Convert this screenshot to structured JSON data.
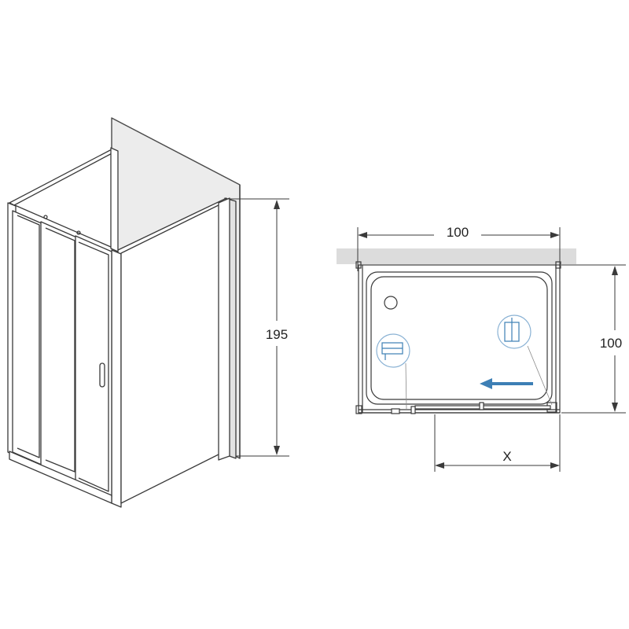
{
  "elevation": {
    "height_label": "195"
  },
  "plan": {
    "width_label": "100",
    "depth_label": "100",
    "opening_label": "X"
  },
  "colors": {
    "line": "#3a3a3a",
    "wall_fill": "#e9e9e9",
    "plan_wall_fill": "#dcdcdc",
    "arrow": "#3d7fb5",
    "icon": "#3d7fb5"
  },
  "icons": [
    "door-profile-detail-icon",
    "door-profile-detail-icon",
    "drain-icon",
    "sliding-direction-arrow-icon"
  ]
}
